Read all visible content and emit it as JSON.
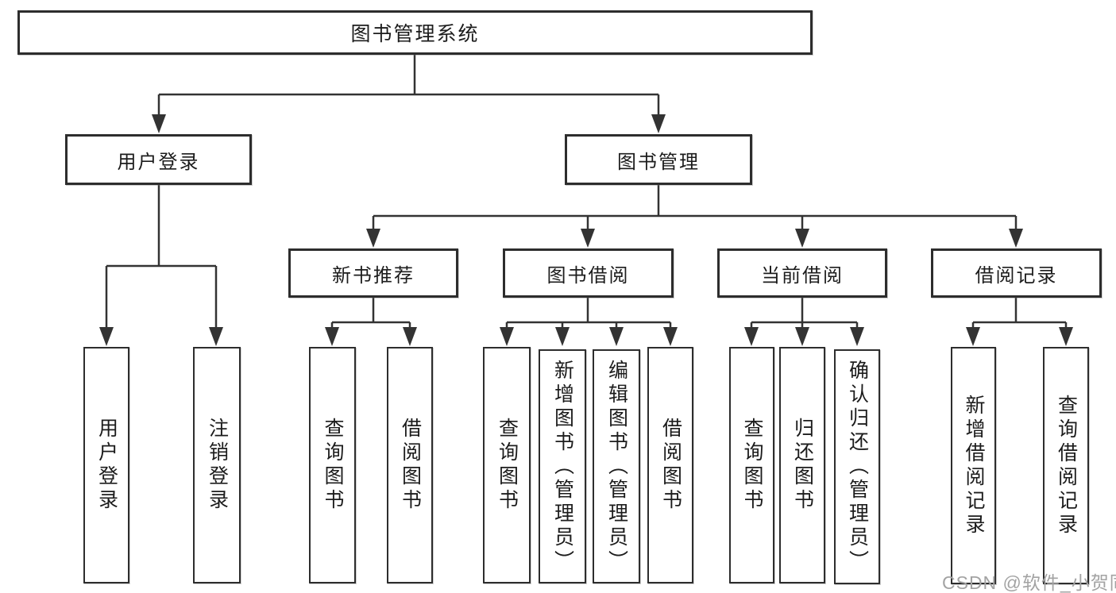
{
  "diagram": {
    "root": {
      "label": "图书管理系统"
    },
    "branches": [
      {
        "label": "用户登录",
        "children": [
          "用户登录",
          "注销登录"
        ]
      },
      {
        "label": "图书管理",
        "sections": [
          {
            "label": "新书推荐",
            "children": [
              "查询图书",
              "借阅图书"
            ]
          },
          {
            "label": "图书借阅",
            "children": [
              "查询图书",
              "新增图书（管理员）",
              "编辑图书（管理员）",
              "借阅图书"
            ]
          },
          {
            "label": "当前借阅",
            "children": [
              "查询图书",
              "归还图书",
              "确认归还（管理员）"
            ]
          },
          {
            "label": "借阅记录",
            "children": [
              "新增借阅记录",
              "查询借阅记录"
            ]
          }
        ]
      }
    ]
  },
  "watermark": {
    "text": "CSDN @软件_小贺同学"
  },
  "colors": {
    "line": "#333333",
    "box_border": "#2d2d2d",
    "text": "#1c1c1c",
    "watermark": "#a3a3a3",
    "background": "#ffffff"
  }
}
